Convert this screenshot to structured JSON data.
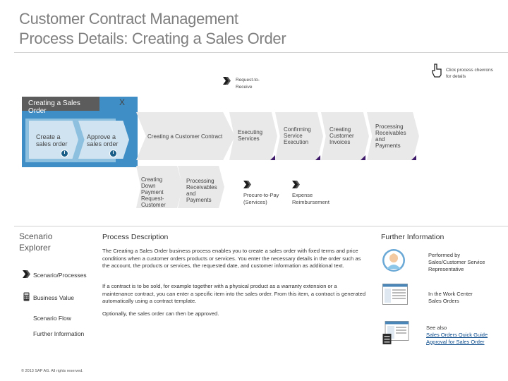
{
  "header": {
    "title": "Customer Contract Management",
    "subtitle": "Process Details: Creating a Sales Order"
  },
  "hint": {
    "text": "Click process chevrons for details",
    "icon": "hand-pointer-icon"
  },
  "scenario_link": {
    "label": "Request-to-Receive",
    "icon": "arrow-right-icon"
  },
  "panel": {
    "tab": "Creating a Sales Order",
    "close": "X",
    "steps": [
      {
        "label": "Create a sales order",
        "info": "i"
      },
      {
        "label": "Approve a sales order",
        "info": "i"
      }
    ]
  },
  "chevrons": [
    {
      "label": "Creating a Customer Contract"
    },
    {
      "label": "Executing Services"
    },
    {
      "label": "Confirming Service Execution"
    },
    {
      "label": "Creating Customer Invoices"
    },
    {
      "label": "Processing Receivables and Payments"
    }
  ],
  "sub_chevrons": [
    {
      "label": "Creating Down Payment Request-Customer"
    },
    {
      "label": "Processing Receivables and Payments"
    }
  ],
  "sub_links": [
    {
      "label": "Procure-to-Pay (Services)"
    },
    {
      "label": "Expense Reimbursement"
    }
  ],
  "explorer": {
    "title": "Scenario Explorer",
    "items": [
      {
        "label": "Scenario/Processes",
        "icon": "process-chevron-icon"
      },
      {
        "label": "Business Value",
        "icon": "calculator-icon"
      },
      {
        "label": "Scenario Flow",
        "icon": "flow-icon"
      },
      {
        "label": "Further Information",
        "icon": "info-icon"
      }
    ],
    "copyright": "© 2013 SAP AG. All rights reserved."
  },
  "description": {
    "title": "Process Description",
    "paragraphs": [
      "The Creating a Sales Order business process enables you to create a sales order with fixed terms and price conditions when a customer orders products or services. You enter the necessary details in the order such as the account, the products or services, the requested date, and customer information as additional text.",
      "If a contract is to be sold, for example together with a physical product as a warranty extension or a maintenance contract, you can enter a specific item into the sales order. From this item, a contract is generated automatically using a contract template.",
      "Optionally, the sales order can then be approved."
    ]
  },
  "further_info": {
    "title": "Further Information",
    "performed_by_label": "Performed by",
    "performed_by_role": "Sales/Customer Service Representative",
    "work_center_label": "In the Work Center",
    "work_center_name": "Sales Orders",
    "see_also_label": "See also",
    "links": [
      "Sales Orders Quick Guide",
      "Approval for Sales Order"
    ]
  },
  "colors": {
    "panel_blue": "#3f8ec6",
    "corner_purple": "#3f1a6b",
    "chevron_grey": "#e9e9e9",
    "title_grey": "#7f7f7f"
  }
}
